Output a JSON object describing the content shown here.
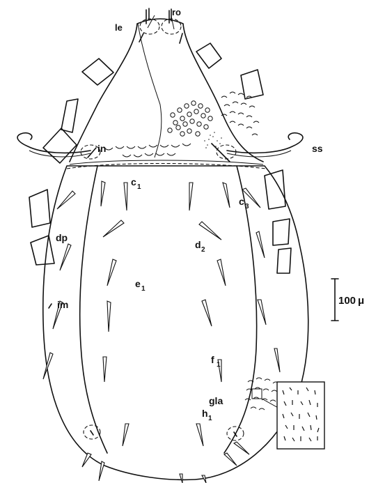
{
  "labels": {
    "ro": "ro",
    "le": "le",
    "in": "in",
    "ss": "ss",
    "c1_base": "c",
    "c1_sub": "1",
    "c3_base": "c",
    "c3_sub": "3",
    "dp": "dp",
    "d2_base": "d",
    "d2_sub": "2",
    "im": "im",
    "e1_base": "e",
    "e1_sub": "1",
    "f1_base": "f",
    "f1_sub": "1",
    "gla": "gla",
    "h1_base": "h",
    "h1_sub": "1"
  },
  "scale_bar": {
    "value": "100",
    "unit": "μ"
  }
}
